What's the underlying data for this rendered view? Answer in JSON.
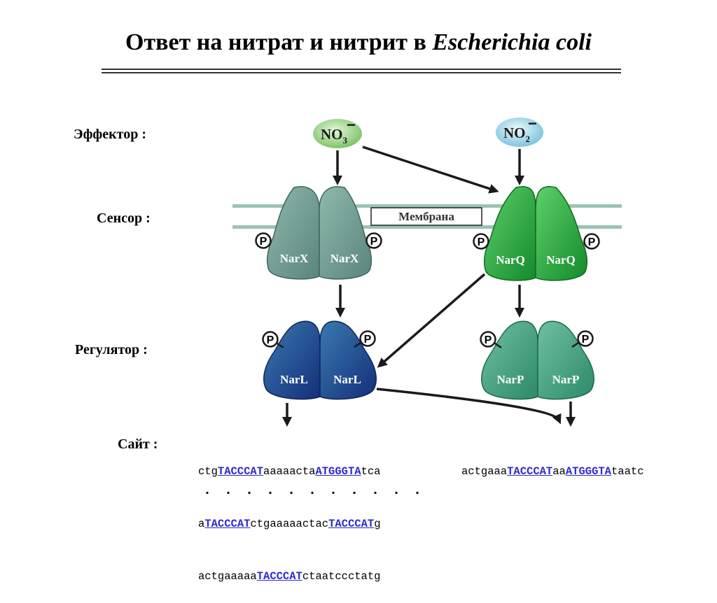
{
  "title": {
    "prefix": "Ответ на нитрат и нитрит в ",
    "italic": "Escherichia coli"
  },
  "labels": {
    "effector": "Эффектор :",
    "sensor": "Сенсор :",
    "regulator": "Регулятор :",
    "site": "Сайт :"
  },
  "effectors": {
    "nitrate": "NO",
    "nitrate_sub": "3",
    "nitrite": "NO",
    "nitrite_sub": "2",
    "charge": "−"
  },
  "membrane_label": "Мембрана",
  "phospho": "P",
  "proteins": {
    "narx_left": "NarX",
    "narx_right": "NarX",
    "narq_left": "NarQ",
    "narq_right": "NarQ",
    "narl_left": "NarL",
    "narl_right": "NarL",
    "narp_left": "NarP",
    "narp_right": "NarP"
  },
  "sites": {
    "left": [
      [
        {
          "t": "ctg",
          "m": false
        },
        {
          "t": "TACCCAT",
          "m": true
        },
        {
          "t": "aaaaacta",
          "m": false
        },
        {
          "t": "ATGGGTA",
          "m": true
        },
        {
          "t": "tca",
          "m": false
        }
      ],
      [
        {
          "t": "a",
          "m": false
        },
        {
          "t": "TACCCAT",
          "m": true
        },
        {
          "t": "ctgaaaaactac",
          "m": false
        },
        {
          "t": "TACCCAT",
          "m": true
        },
        {
          "t": "g",
          "m": false
        }
      ],
      [
        {
          "t": "actgaaaaa",
          "m": false
        },
        {
          "t": "TACCCAT",
          "m": true
        },
        {
          "t": "ctaatccctatg",
          "m": false
        }
      ]
    ],
    "right": [
      [
        {
          "t": "actgaaa",
          "m": false
        },
        {
          "t": "TACCCAT",
          "m": true
        },
        {
          "t": "aa",
          "m": false
        },
        {
          "t": "ATGGGTA",
          "m": true
        },
        {
          "t": "taatc",
          "m": false
        }
      ]
    ],
    "ellipsis": ". . . . . . . . . . ."
  },
  "colors": {
    "narx": "#6a9a90",
    "narq": "#2aa040",
    "narl": "#1e4a8c",
    "narp": "#3e9a78",
    "nitrate": "#8ecf7a",
    "nitrite": "#8fd2e6",
    "membrane": "#9cc3b4",
    "motif": "#2a2ad0"
  }
}
